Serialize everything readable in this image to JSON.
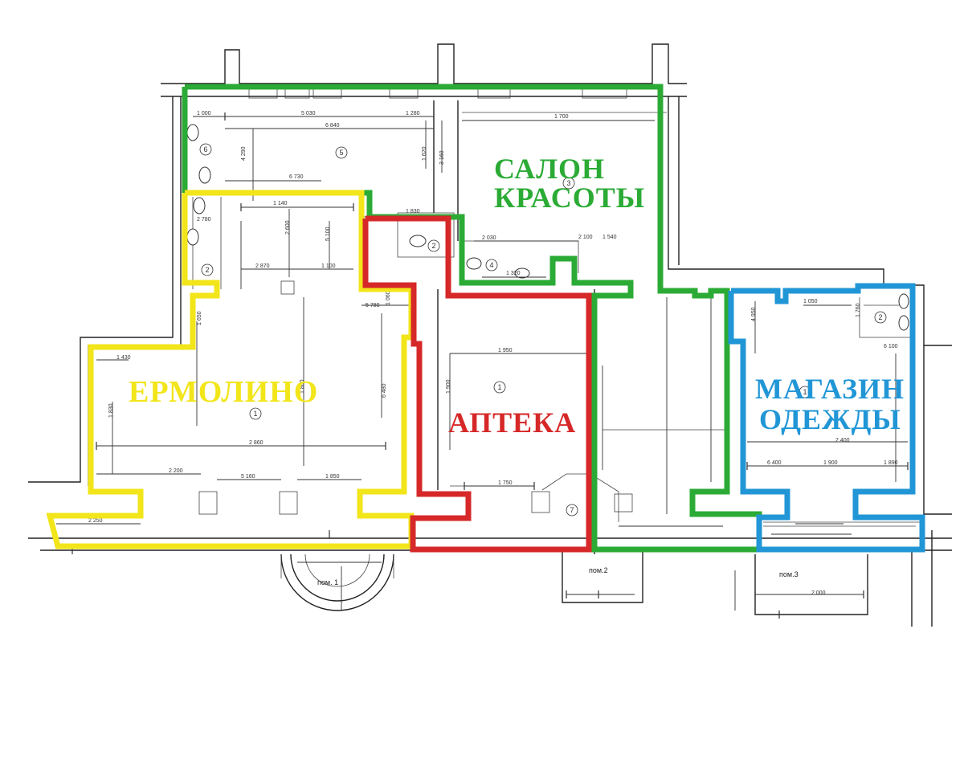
{
  "zones": [
    {
      "id": "salon",
      "lines": [
        "САЛОН",
        "КРАСОТЫ"
      ],
      "color": "#2bab35"
    },
    {
      "id": "ermolino",
      "lines": [
        "ЕРМОЛИНО"
      ],
      "color": "#f2e51a"
    },
    {
      "id": "apteka",
      "lines": [
        "АПТЕКА"
      ],
      "color": "#d62828"
    },
    {
      "id": "magazin",
      "lines": [
        "МАГАЗИН",
        "ОДЕЖДЫ"
      ],
      "color": "#2196d6"
    }
  ],
  "room_numbers": [
    "5",
    "6",
    "3",
    "2",
    "4",
    "1",
    "1",
    "7",
    "1",
    "2",
    "2"
  ],
  "premise_labels": [
    "пом. 1",
    "пом.2",
    "пом.3"
  ],
  "dimensions": [
    "1 000",
    "5 030",
    "1 280",
    "6 840",
    "6 730",
    "4 290",
    "1 620",
    "3 160",
    "1 700",
    "2 780",
    "1 140",
    "2 600",
    "5 100",
    "2 870",
    "1 100",
    "1 650",
    "1 430",
    "2 860",
    "6 480",
    "1 830",
    "1 860",
    "2 200",
    "5 160",
    "1 850",
    "2 250",
    "5 780",
    "1 060",
    "1 830",
    "1 050",
    "2 400",
    "1 760",
    "6 100",
    "4 950",
    "1 950",
    "1 900",
    "1 750",
    "6 400",
    "1 900",
    "1 890",
    "2 000",
    "2 100",
    "1 540",
    "2 030",
    "1 320"
  ]
}
